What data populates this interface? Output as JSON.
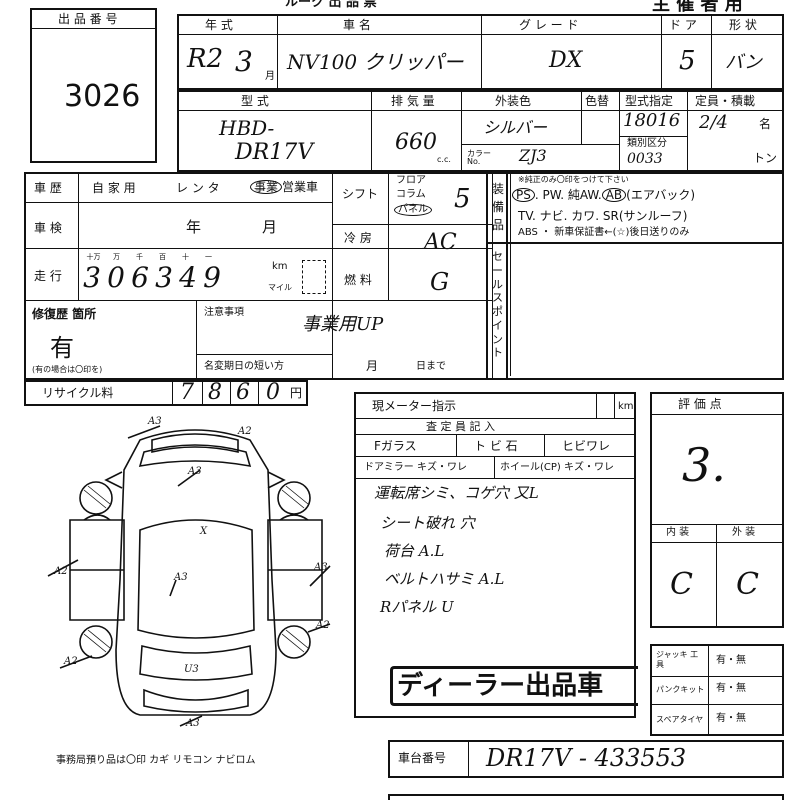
{
  "header": {
    "title_top": "ルーク 出 品 票",
    "owner_copy": "主 催 者 用"
  },
  "lot": {
    "label": "出 品 番 号",
    "value": "3026"
  },
  "row1": {
    "year_label": "年 式",
    "car_label": "車 名",
    "grade_label": "グ レ ー ド",
    "door_label": "ド ア",
    "shape_label": "形 状",
    "year_era": "R2",
    "year_num": "3",
    "year_unit": "月",
    "car_name": "NV100 クリッパー",
    "grade": "DX",
    "doors": "5",
    "shape": "バン"
  },
  "row2": {
    "model_label": "型 式",
    "disp_label": "排 気 量",
    "color_label": "外装色",
    "paint_label": "色替",
    "type_label": "型式指定",
    "cap_label": "定員・積載",
    "class_label": "類別区分",
    "model_1": "HBD-",
    "model_2": "DR17V",
    "disp": "660",
    "cc": "c.c.",
    "color": "シルバー",
    "colorno_label": "カラー No.",
    "colorno": "ZJ3",
    "type_num": "18016",
    "cap": "2/4",
    "cap_unit": "名",
    "class_num": "0033",
    "ton": "トン"
  },
  "history": {
    "label": "車 歴",
    "opts": [
      "自 家 用",
      "レ ン タ",
      "事業",
      "営業車"
    ],
    "shift_label": "シフト",
    "shift_opts": [
      "フロア",
      "コラム",
      "パネル"
    ],
    "shift_val": "5",
    "equip_label": "装 備 品",
    "equip_note": "※純正のみ〇印をつけて下さい",
    "eq_line1_a": "PS",
    "eq_line1_b": ". PW. 純AW.",
    "eq_line1_c": "AB",
    "eq_line1_d": "(エアバック)",
    "eq_line2": "TV. ナビ. カワ. SR(サンルーフ)",
    "eq_line3": "ABS ・ 新車保証書←(☆)後日送りのみ"
  },
  "inspect": {
    "label": "車 検",
    "year": "年",
    "month": "月",
    "ac_label": "冷 房",
    "ac_val": "AC"
  },
  "mileage": {
    "label": "走 行",
    "units": [
      "十万",
      "万",
      "千",
      "百",
      "十",
      "一"
    ],
    "digits": [
      "3",
      "0",
      "6",
      "3",
      "4",
      "9"
    ],
    "km": "km",
    "mile": "マイル",
    "fuel_label": "燃 料",
    "fuel_val": "G",
    "sale_label": "セールスポイント"
  },
  "repair": {
    "label": "修復歴 箇所",
    "value": "有",
    "note": "(有の場合は〇印を)",
    "caution_label": "注意事項",
    "caution_val": "事業用UP",
    "name_change_label": "名変期日の短い方",
    "month": "月",
    "day": "日まで"
  },
  "recycle": {
    "label": "リサイクル料",
    "digits": [
      "7",
      "8",
      "6",
      "0"
    ],
    "yen": "円"
  },
  "meter": {
    "label": "現メーター指示",
    "km": "km"
  },
  "inspector": {
    "label": "査 定 員 記 入",
    "fglass": "Fガラス",
    "tobiishi": "ト ビ 石",
    "hibiware": "ヒビワレ",
    "mirror": "ドアミラー キズ・ワレ",
    "wheel": "ホイール(CP) キズ・ワレ",
    "notes": [
      "運転席シミ、コゲ穴 又L",
      "シート破れ 穴",
      "荷台 A.L",
      "ベルトハサミ A.L",
      "Rパネル U"
    ],
    "dealer": "ディーラー出品車"
  },
  "grade_box": {
    "label": "評 価 点",
    "value": "3.",
    "int_label": "内 装",
    "ext_label": "外 装",
    "int_val": "C",
    "ext_val": "C"
  },
  "tools": [
    {
      "label": "ジャッキ 工 具",
      "opts": "有・無"
    },
    {
      "label": "パンクキット",
      "opts": "有・無"
    },
    {
      "label": "スペアタイヤ",
      "opts": "有・無"
    }
  ],
  "chassis": {
    "label": "車台番号",
    "value": "DR17V - 433553"
  },
  "diagram": {
    "marks": [
      "A3",
      "A2",
      "A3",
      "A2",
      "A3",
      "A2",
      "A3",
      "U3",
      "A2",
      "A3",
      "X"
    ]
  },
  "footer": {
    "keys": "事務局預り品は〇印 カギ リモコン ナビロム"
  }
}
